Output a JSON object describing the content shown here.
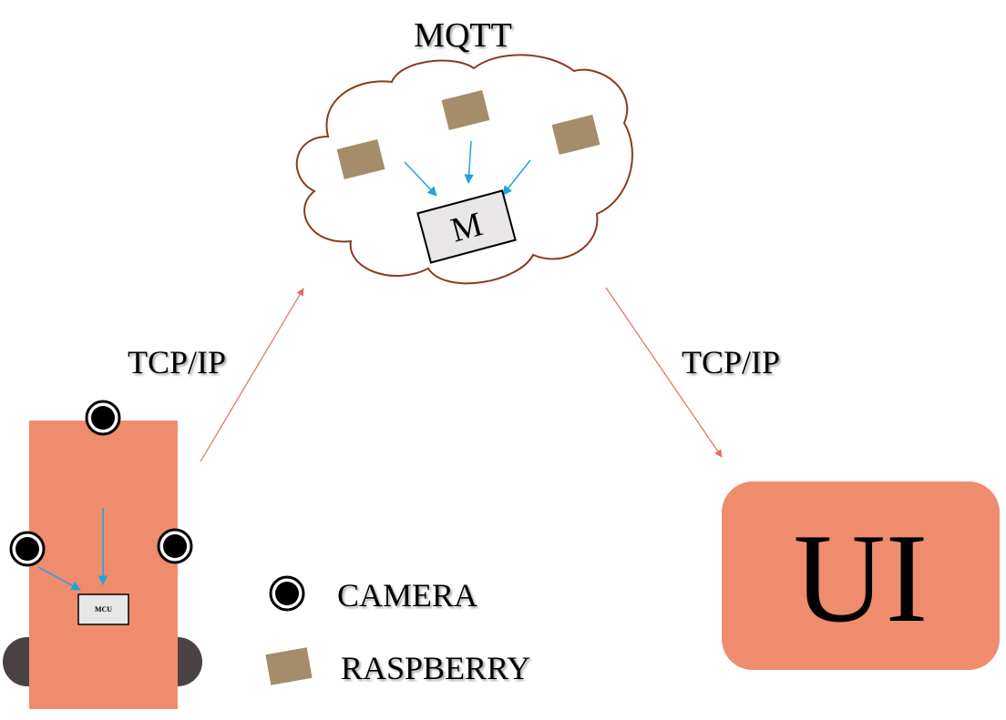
{
  "title": "MQTT",
  "broker_label": "M",
  "mcu_label": "MCU",
  "left_link_label": "TCP/IP",
  "right_link_label": "TCP/IP",
  "ui_label": "UI",
  "legend": {
    "camera_label": "CAMERA",
    "raspberry_label": "RASPBERRY"
  },
  "colors": {
    "vehicle": "#ee8c6d",
    "ui_box": "#ee8c6d",
    "cloud_stroke": "#8b3a1e",
    "raspberry": "#a58d6b",
    "broker_fill": "#e8e6e6",
    "link_arrow": "#e07060",
    "data_arrow": "#1fa3dd",
    "wheel": "#4a4242",
    "camera": "#000000"
  }
}
